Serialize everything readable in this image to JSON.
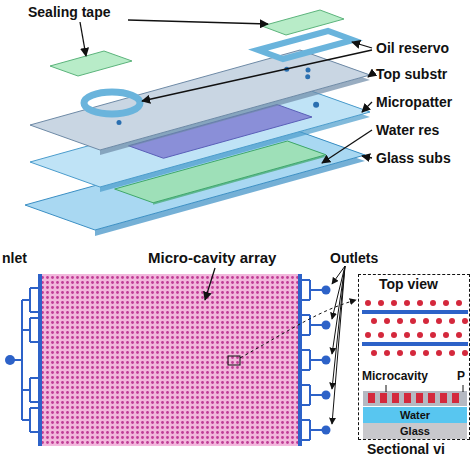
{
  "diagram": {
    "nodes": [
      {
        "text": [
          "Top view",
          "Sectional vi"
        ]
      },
      {
        "text": [
          "Water"
        ],
        "in": 0
      },
      {
        "text": [
          "Glass"
        ],
        "in": 0
      }
    ],
    "labels": [
      "Sealing tape",
      "Oil reservo",
      "Top substr",
      "Micropatter",
      "Water res",
      "Glass subs",
      "nlet",
      "Micro-cavity array",
      "Outlets",
      "Microcavity",
      "P"
    ]
  }
}
